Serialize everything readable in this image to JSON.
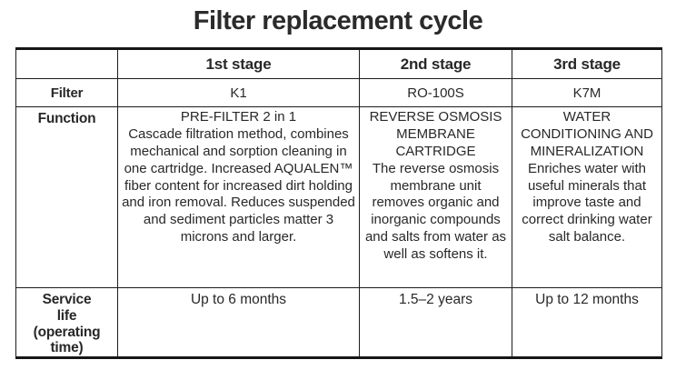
{
  "title": "Filter replacement cycle",
  "colors": {
    "background": "#ffffff",
    "text": "#282828",
    "border": "#1c1c1c"
  },
  "table": {
    "columns": [
      "",
      "1st stage",
      "2nd stage",
      "3rd stage"
    ],
    "filter_row": {
      "label": "Filter",
      "values": [
        "K1",
        "RO-100S",
        "K7M"
      ]
    },
    "function_row": {
      "label": "Function",
      "cells": [
        {
          "heading": "PRE-FILTER 2 in 1",
          "body": "Cascade filtration method, combines mechanical and sorption cleaning in one cartridge. Increased AQUALEN™ fiber content for increased dirt holding and iron removal. Reduces suspended and sediment particles matter 3 microns and larger."
        },
        {
          "heading": "REVERSE OSMOSIS MEMBRANE CARTRIDGE",
          "body": "The reverse osmosis membrane unit removes organic and inorganic compounds and salts from water as well as softens it."
        },
        {
          "heading": "WATER CONDITIONING AND MINERALIZATION",
          "body": "Enriches water with useful minerals that improve taste and correct drinking water salt balance."
        }
      ]
    },
    "service_row": {
      "label": "Service\nlife\n(operating\ntime)",
      "values": [
        "Up to 6 months",
        "1.5–2 years",
        "Up to 12 months"
      ]
    }
  }
}
